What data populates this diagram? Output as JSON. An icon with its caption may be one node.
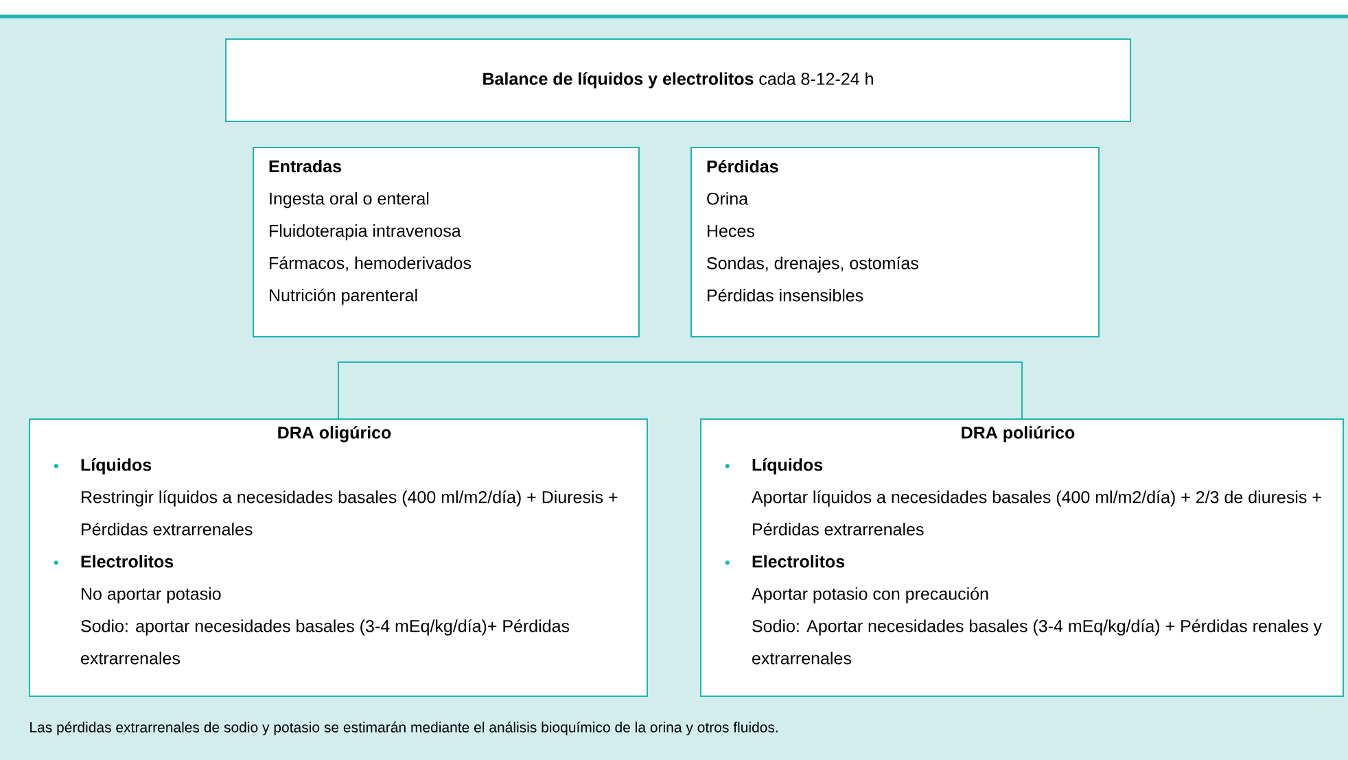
{
  "diagram": {
    "caption": "Las pérdidas extrarrenales de sodio y potasio se estimarán mediante el análisis bioquímico de la orina y otros fluidos.",
    "nodes": [
      {
        "text": [
          "**Balance de líquidos y electrolitos** cada 8-12-24 h"
        ]
      },
      {
        "text": [
          "Entradas",
          "Ingesta oral o enteral",
          "Fluidoterapia intravenosa",
          "Fármacos, hemoderivados",
          "Nutrición parenteral"
        ]
      },
      {
        "text": [
          "Pérdidas",
          "Orina",
          "Heces",
          "Sondas, drenajes, ostomías",
          "Pérdidas insensibles"
        ]
      },
      {
        "text": [
          "DRA oligúrico",
          "Líquidos",
          "Restringir líquidos a necesidades basales (400 ml/m2/día) + Diuresis + Pérdidas extrarrenales",
          "Electrolitos",
          "No aportar potasio",
          "Sodio: aportar necesidades basales (3-4 mEq/kg/día)+ Pérdidas extrarrenales"
        ]
      },
      {
        "text": [
          "DRA poliúrico",
          "Líquidos",
          "Aportar líquidos a necesidades basales (400 ml/m2/día) + 2/3 de diuresis + Pérdidas extrarrenales",
          "Electrolitos",
          "Aportar potasio con precaución",
          "Sodio: Aportar necesidades basales (3-4 mEq/kg/día) + Pérdidas renales y extrarrenales"
        ]
      }
    ],
    "edges": [
      {
        "from": 3,
        "to": 4,
        "arrow": "none"
      }
    ]
  }
}
